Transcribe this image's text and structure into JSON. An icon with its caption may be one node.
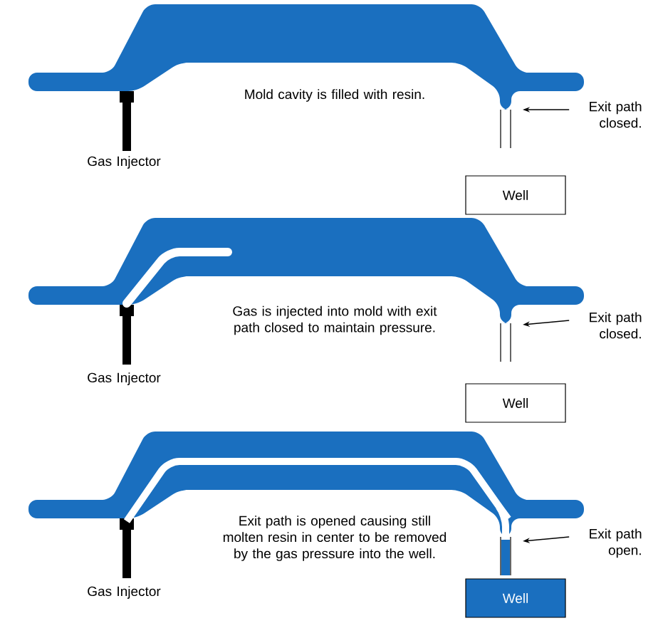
{
  "diagram": {
    "nodes": [
      {
        "text": [
          "Well"
        ]
      },
      {
        "text": [
          "Exit path closed."
        ]
      },
      {
        "text": [
          "Well"
        ]
      },
      {
        "text": [
          "Exit path closed."
        ]
      },
      {
        "text": [
          "Well"
        ]
      },
      {
        "text": [
          "Exit path open."
        ]
      }
    ],
    "edges": [
      {
        "from": 1,
        "to": null,
        "arrow": "to"
      },
      {
        "from": 3,
        "to": null,
        "arrow": "to"
      },
      {
        "from": 5,
        "to": null,
        "arrow": "to"
      }
    ],
    "labels": [
      "Mold cavity is filled with resin.",
      "Gas Injector",
      "Gas is injected into mold with exit path closed to maintain pressure.",
      "Gas Injector",
      "Exit path is opened causing still molten resin in center to be removed by the gas pressure into the well.",
      "Gas Injector"
    ]
  }
}
